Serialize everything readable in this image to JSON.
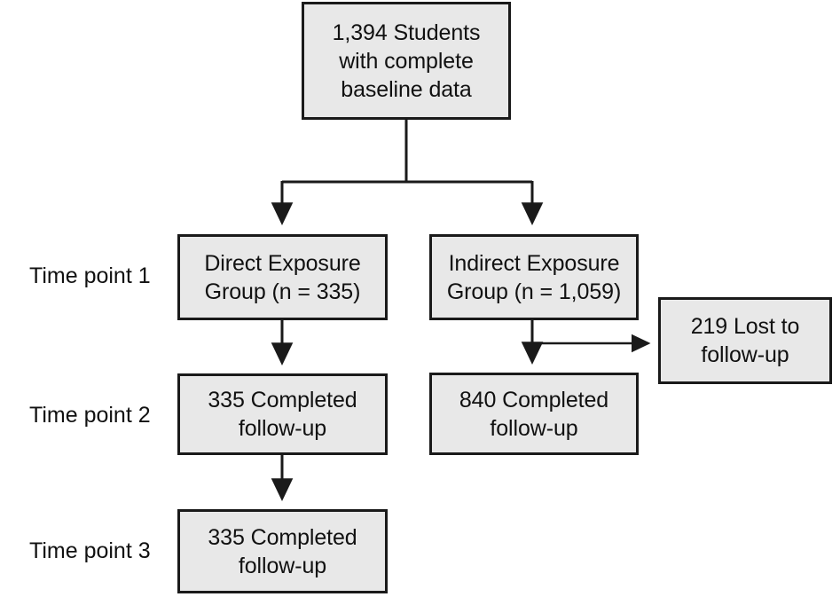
{
  "diagram": {
    "type": "participant-flow-chart",
    "colors": {
      "node_fill": "#e8e8e8",
      "node_border": "#1a1a1a",
      "connector": "#1a1a1a",
      "text": "#111111",
      "background": "#ffffff"
    },
    "nodes": {
      "baseline": "1,394 Students\nwith complete\nbaseline data",
      "direct_exposure": "Direct Exposure\nGroup (n = 335)",
      "indirect_exposure": "Indirect Exposure\nGroup (n = 1,059)",
      "lost_to_followup": "219 Lost to\nfollow-up",
      "direct_tp2": "335 Completed\nfollow-up",
      "indirect_tp2": "840 Completed\nfollow-up",
      "direct_tp3": "335 Completed\nfollow-up"
    },
    "row_labels": {
      "time_point_1": "Time point 1",
      "time_point_2": "Time point 2",
      "time_point_3": "Time point 3"
    },
    "counts": {
      "baseline_total": "1,394",
      "direct_exposure_n": "335",
      "indirect_exposure_n": "1,059",
      "lost_to_followup_n": "219",
      "direct_completed_tp2": "335",
      "indirect_completed_tp2": "840",
      "direct_completed_tp3": "335"
    },
    "edges": [
      {
        "from": "baseline",
        "to": "direct_exposure",
        "style": "elbow-arrow"
      },
      {
        "from": "baseline",
        "to": "indirect_exposure",
        "style": "elbow-arrow"
      },
      {
        "from": "direct_exposure",
        "to": "direct_tp2",
        "style": "straight-arrow"
      },
      {
        "from": "indirect_exposure",
        "to": "indirect_tp2",
        "style": "straight-arrow"
      },
      {
        "from": "indirect_exposure",
        "to": "lost_to_followup",
        "style": "branch-arrow"
      },
      {
        "from": "direct_tp2",
        "to": "direct_tp3",
        "style": "straight-arrow"
      }
    ]
  }
}
